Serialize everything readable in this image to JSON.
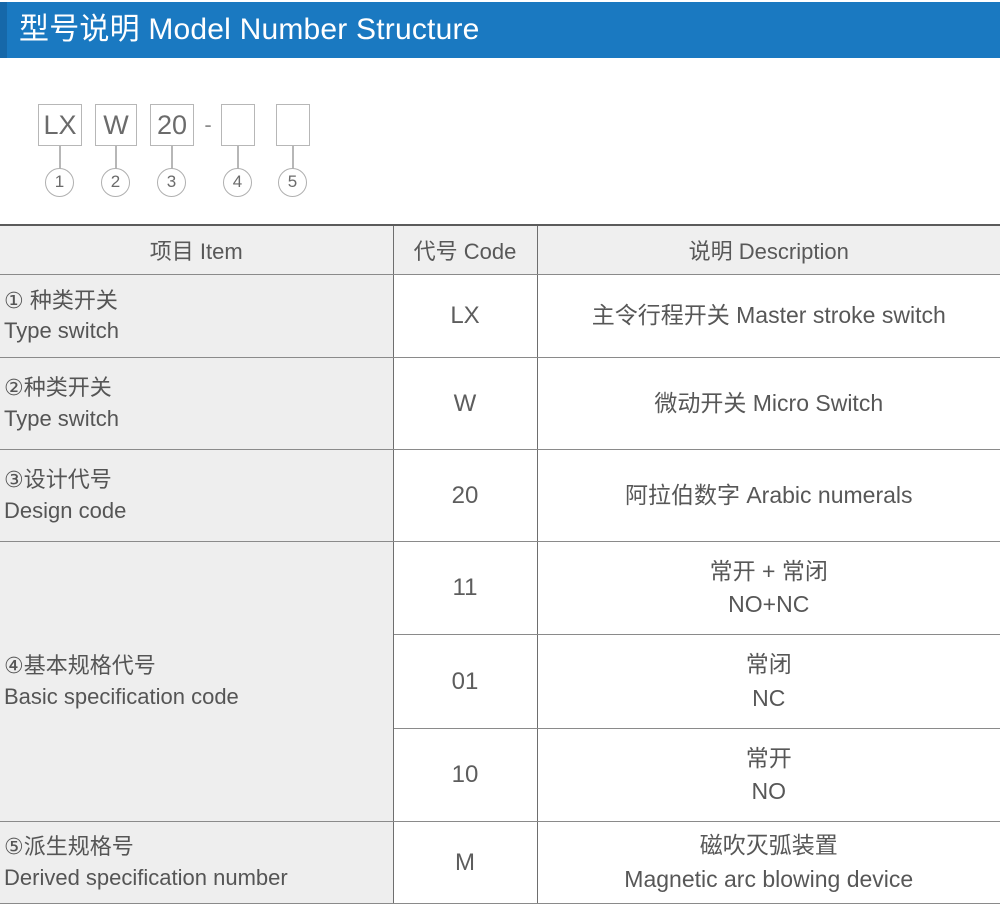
{
  "header": {
    "title": "型号说明 Model Number Structure",
    "bar_color": "#1a79c1",
    "accent_color": "#1668a9"
  },
  "model_diagram": {
    "segments": [
      {
        "box_label": "LX",
        "marker": "①",
        "marker_plain": "1"
      },
      {
        "box_label": "W",
        "marker": "②",
        "marker_plain": "2"
      },
      {
        "box_label": "20",
        "marker": "③",
        "marker_plain": "3"
      },
      {
        "box_label": "",
        "marker": "④",
        "marker_plain": "4"
      },
      {
        "box_label": "",
        "marker": "⑤",
        "marker_plain": "5"
      }
    ],
    "separator": "-"
  },
  "table": {
    "columns": [
      "项目 Item",
      "代号 Code",
      "说明 Description"
    ],
    "rows": [
      {
        "item_cn": "① 种类开关",
        "item_en": "Type switch",
        "code": "LX",
        "desc_line1": "主令行程开关 Master stroke switch",
        "desc_line2": ""
      },
      {
        "item_cn": "②种类开关",
        "item_en": "Type switch",
        "code": "W",
        "desc_line1": "微动开关 Micro Switch",
        "desc_line2": ""
      },
      {
        "item_cn": "③设计代号",
        "item_en": "Design code",
        "code": "20",
        "desc_line1": "阿拉伯数字 Arabic numerals",
        "desc_line2": ""
      },
      {
        "item_cn": "④基本规格代号",
        "item_en": "Basic specification code",
        "code": "11",
        "desc_line1": "常开 + 常闭",
        "desc_line2": "NO+NC"
      },
      {
        "item_cn": "",
        "item_en": "",
        "code": "01",
        "desc_line1": "常闭",
        "desc_line2": "NC"
      },
      {
        "item_cn": "",
        "item_en": "",
        "code": "10",
        "desc_line1": "常开",
        "desc_line2": "NO"
      },
      {
        "item_cn": "⑤派生规格号",
        "item_en": "Derived specification number",
        "code": "M",
        "desc_line1": "磁吹灭弧装置",
        "desc_line2": "Magnetic arc blowing device"
      }
    ]
  }
}
